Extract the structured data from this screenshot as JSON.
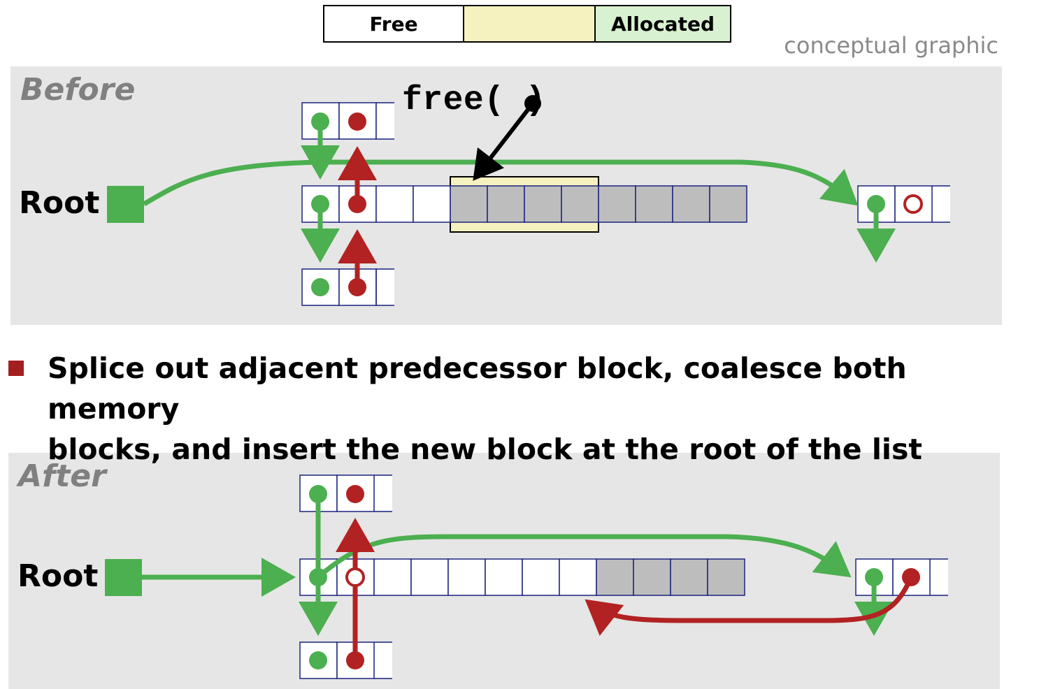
{
  "legend": {
    "free_label": "Free",
    "allocated_label": "Allocated"
  },
  "caption": "conceptual graphic",
  "before": {
    "title": "Before",
    "root_label": "Root",
    "call_label": "free("
  },
  "bullet": {
    "line1": "Splice out adjacent predecessor block, coalesce both memory",
    "line2": "blocks, and insert the new block at the root of the list"
  },
  "after": {
    "title": "After",
    "root_label": "Root"
  },
  "colors": {
    "green": "#4caf50",
    "red": "#b22222",
    "gray_block": "#bdbdbd",
    "highlight": "#f6f2c0",
    "allocated": "#d8f1d0",
    "panel": "#e6e6e6",
    "border_blue": "#1a237e"
  }
}
